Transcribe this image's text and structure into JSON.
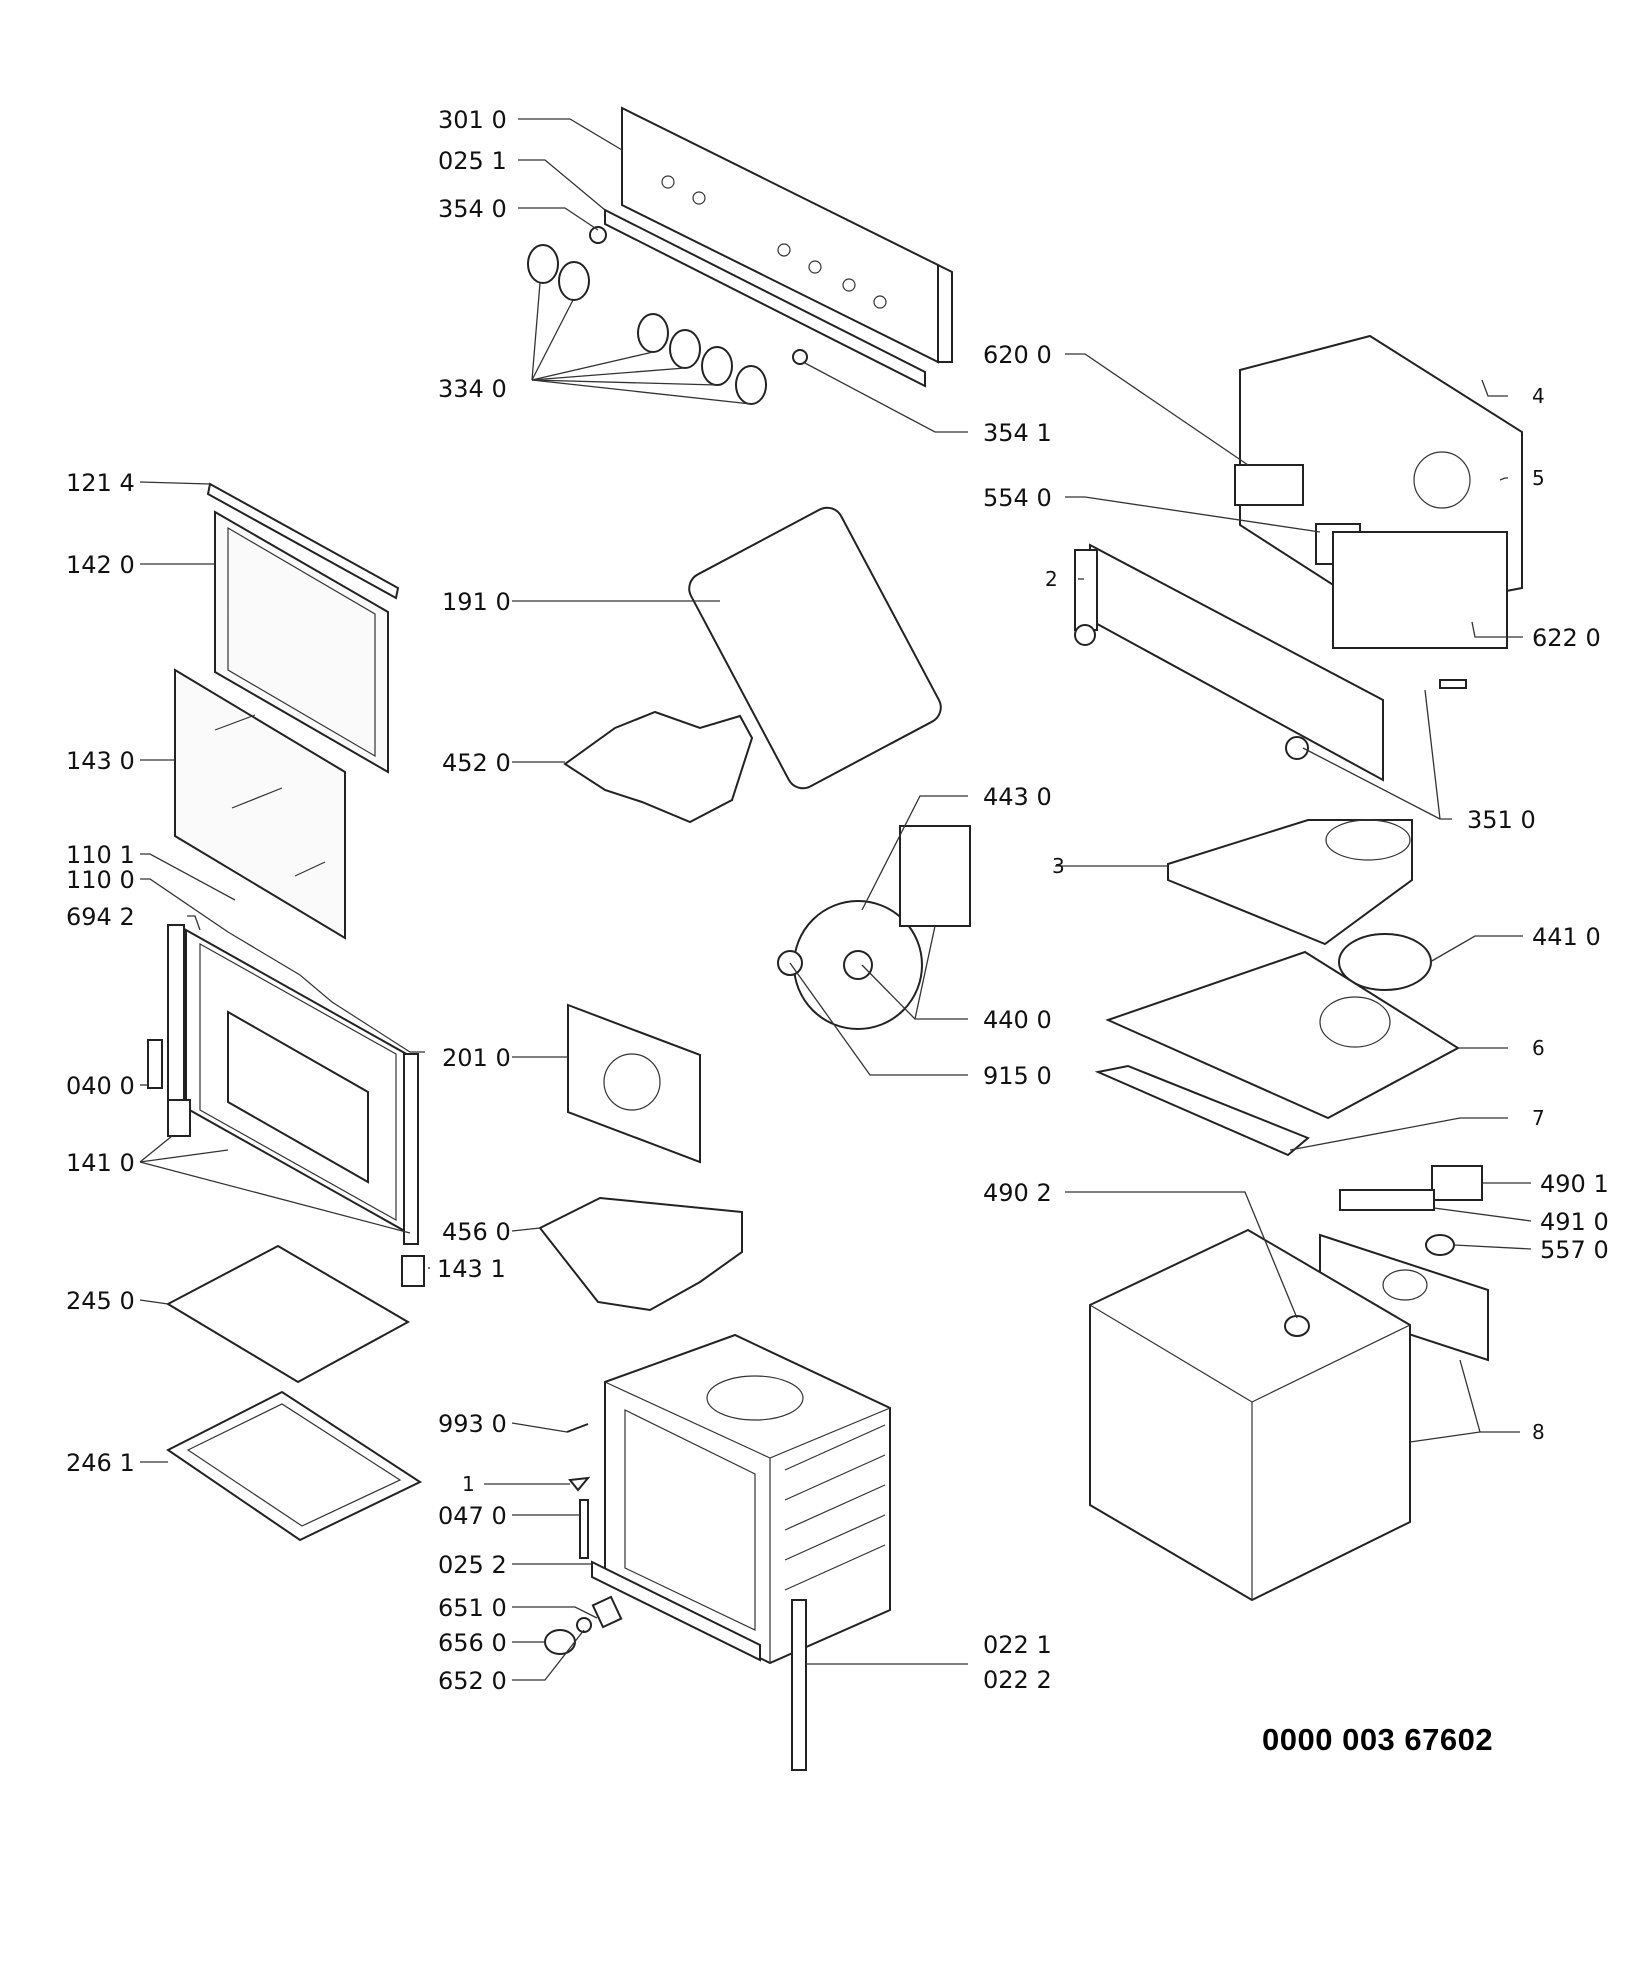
{
  "document_number": "0000 003 67602",
  "labels": {
    "l3010": "301 0",
    "l0251": "025 1",
    "l3540": "354 0",
    "l3340": "334 0",
    "l3541": "354 1",
    "l6200": "620 0",
    "l4": "4",
    "l5": "5",
    "l5540": "554 0",
    "l2": "2",
    "l6220": "622 0",
    "l3510": "351 0",
    "l1214": "121 4",
    "l1420": "142 0",
    "l1430": "143 0",
    "l1101": "110 1",
    "l1100": "110 0",
    "l6942": "694 2",
    "l0400": "040 0",
    "l1410": "141 0",
    "l1431": "143 1",
    "l2450": "245 0",
    "l2461": "246 1",
    "l1910": "191 0",
    "l4520": "452 0",
    "l4430": "443 0",
    "l4400": "440 0",
    "l9150": "915 0",
    "l2010": "201 0",
    "l4560": "456 0",
    "l3": "3",
    "l4410": "441 0",
    "l6": "6",
    "l7": "7",
    "l4901": "490 1",
    "l4910": "491 0",
    "l5570": "557 0",
    "l4902": "490 2",
    "l8": "8",
    "l9930": "993 0",
    "l1": "1",
    "l0470": "047 0",
    "l0252": "025 2",
    "l6510": "651 0",
    "l6560": "656 0",
    "l6520": "652 0",
    "l0221": "022 1",
    "l0222": "022 2"
  }
}
